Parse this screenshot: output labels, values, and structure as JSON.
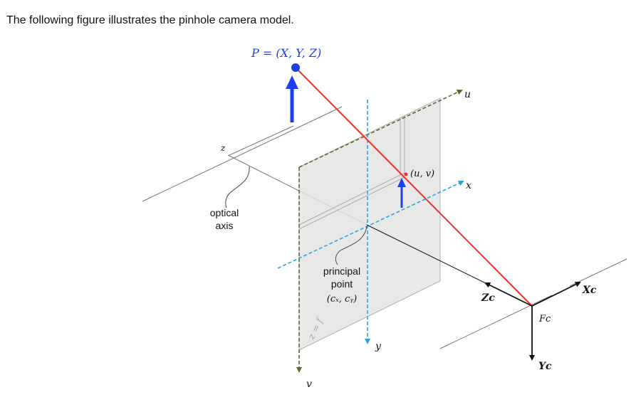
{
  "intro_text": "The following figure illustrates the pinhole camera model.",
  "labels": {
    "point_p": "P = (X, Y, Z)",
    "u_axis": "u",
    "v_axis": "v",
    "x_axis": "x",
    "y_axis": "y",
    "z_world": "z",
    "image_point": "(u, v)",
    "optical_axis_line1": "optical",
    "optical_axis_line2": "axis",
    "principal_line1": "principal",
    "principal_line2": "point",
    "principal_coords": "(cₓ, cᵧ)",
    "focal_plane": "z = f",
    "camera_z": "Zc",
    "camera_x": "Xc",
    "camera_y": "Yc",
    "camera_frame": "Fc"
  },
  "colors": {
    "ray": "#e8322b",
    "point": "#1f3fe0",
    "arrow_blue": "#1c3ff0",
    "axis_cyan": "#2aa5e0",
    "axis_olive": "#5c6a2a",
    "plane_fill": "#e3e3e3",
    "plane_edge": "#a8a8a8",
    "line_gray": "#777777",
    "text_dark": "#111111"
  }
}
